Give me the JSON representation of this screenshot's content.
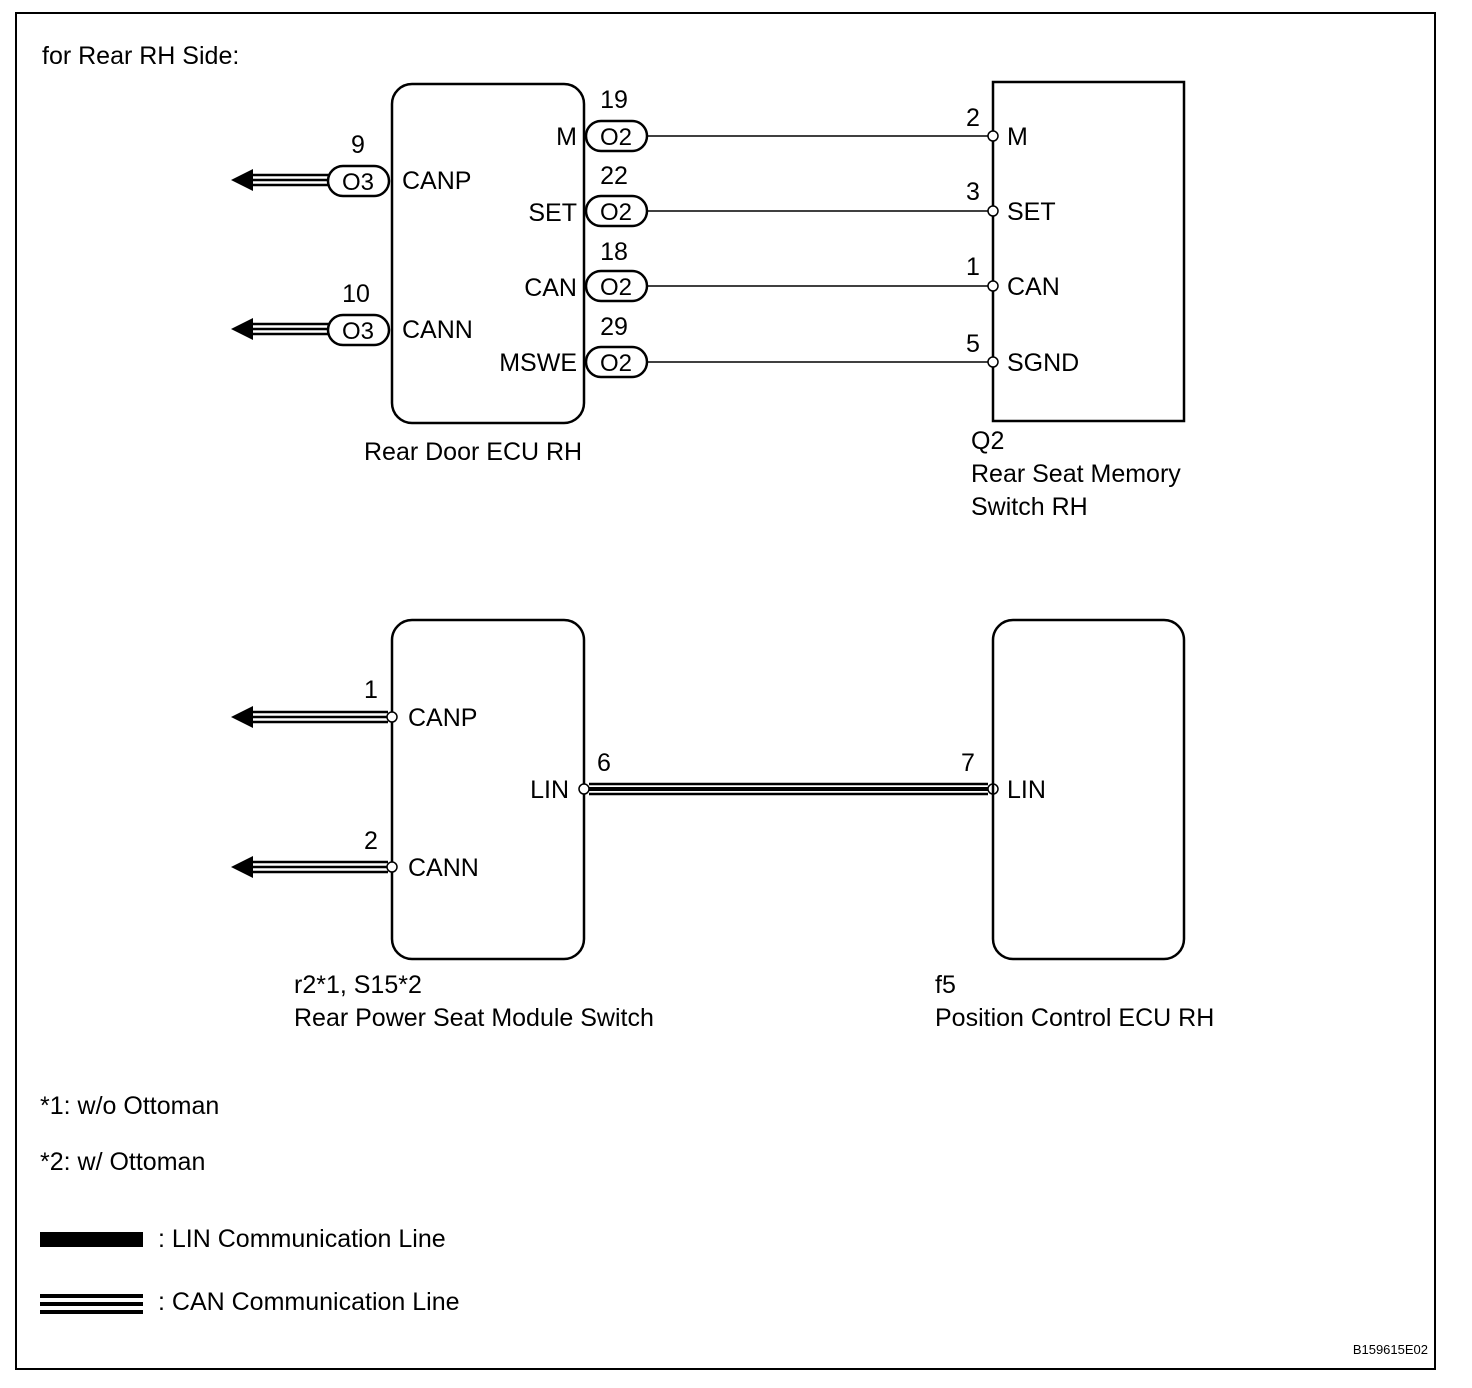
{
  "title": "for Rear RH Side:",
  "rear_door_ecu": {
    "name": "Rear Door ECU RH",
    "left_pins": [
      {
        "pin": "9",
        "connector": "O3",
        "label": "CANP"
      },
      {
        "pin": "10",
        "connector": "O3",
        "label": "CANN"
      }
    ],
    "right_pins": [
      {
        "pin": "19",
        "connector": "O2",
        "label": "M"
      },
      {
        "pin": "22",
        "connector": "O2",
        "label": "SET"
      },
      {
        "pin": "18",
        "connector": "O2",
        "label": "CAN"
      },
      {
        "pin": "29",
        "connector": "O2",
        "label": "MSWE"
      }
    ]
  },
  "memory_switch": {
    "code": "Q2",
    "name_line1": "Rear Seat Memory",
    "name_line2": "Switch RH",
    "pins": [
      {
        "pin": "2",
        "label": "M"
      },
      {
        "pin": "3",
        "label": "SET"
      },
      {
        "pin": "1",
        "label": "CAN"
      },
      {
        "pin": "5",
        "label": "SGND"
      }
    ]
  },
  "seat_module_switch": {
    "code": "r2*1, S15*2",
    "name": "Rear Power Seat Module Switch",
    "pins": [
      {
        "pin": "1",
        "label": "CANP"
      },
      {
        "pin": "2",
        "label": "CANN"
      },
      {
        "pin": "6",
        "label": "LIN"
      }
    ]
  },
  "position_ecu": {
    "code": "f5",
    "name": "Position Control ECU RH",
    "pins": [
      {
        "pin": "7",
        "label": "LIN"
      }
    ]
  },
  "notes": [
    "*1: w/o Ottoman",
    "*2: w/ Ottoman"
  ],
  "legend": [
    {
      "type": "LIN",
      "label": ": LIN Communication Line"
    },
    {
      "type": "CAN",
      "label": ": CAN Communication Line"
    }
  ],
  "figure_code": "B159615E02"
}
